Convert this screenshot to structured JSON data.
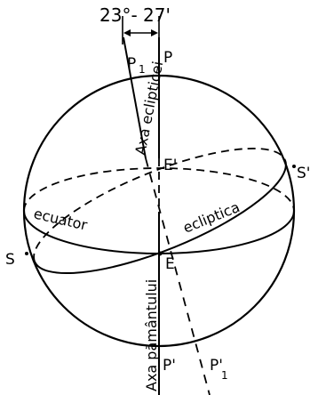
{
  "labels": {
    "angle": "23°- 27'",
    "P1": "P",
    "P1_sub": "1",
    "P": "P",
    "E_prime": "E'",
    "S_prime": "S'",
    "S": "S",
    "E": "E",
    "P_prime": "P'",
    "P1_prime": "P'",
    "P1_prime_sub": "1",
    "ecliptic_axis": "Axa eclipticei",
    "earth_axis": "Axa pământului",
    "ecuator": "ecuator",
    "ecliptica": "ecliptica"
  },
  "colors": {
    "ink": "#000000",
    "background": "#ffffff"
  }
}
